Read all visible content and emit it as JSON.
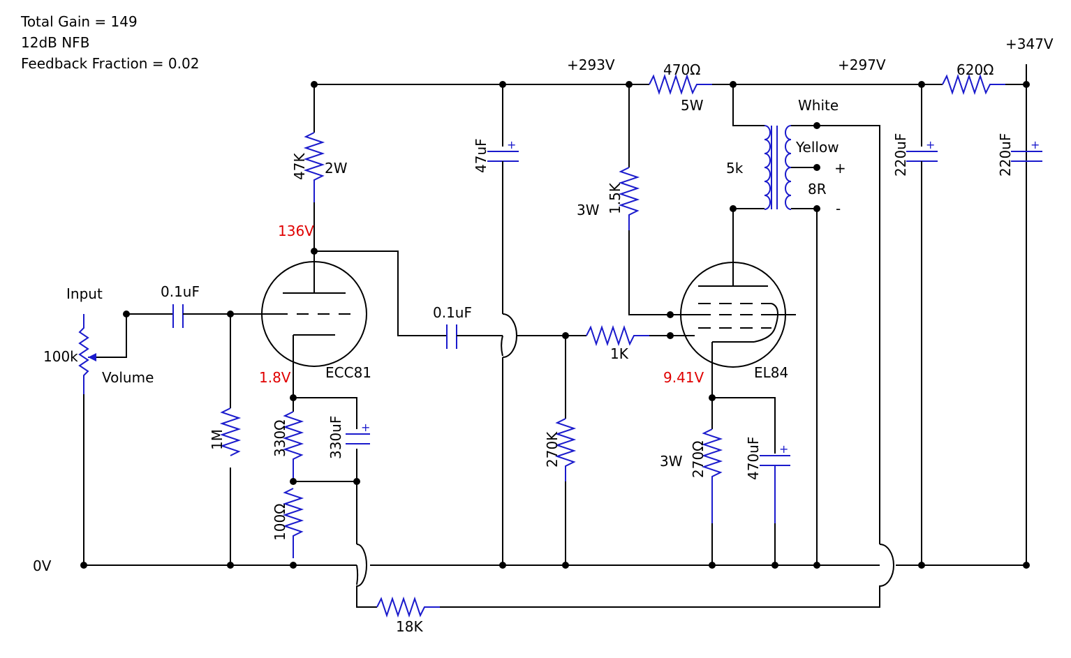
{
  "notes": {
    "total_gain": "Total Gain = 149",
    "nfb": "12dB NFB",
    "feedback_fraction": "Feedback Fraction = 0.02"
  },
  "rails": {
    "v_b1": "+293V",
    "v_b2": "+297V",
    "v_b3": "+347V",
    "ground": "0V"
  },
  "input": {
    "label": "Input",
    "pot_value": "100k",
    "pot_label": "Volume",
    "coupling_cap": "0.1uF",
    "grid_leak": "1M"
  },
  "v1": {
    "tube": "ECC81",
    "anode_res": "47K",
    "anode_res_power": "2W",
    "anode_voltage": "136V",
    "cathode_voltage": "1.8V",
    "cathode_res": "330Ω",
    "cathode_cap": "330uF",
    "feedback_res": "100Ω"
  },
  "interstage": {
    "coupling_cap": "0.1uF",
    "grid_stopper": "1K",
    "grid_leak": "270K",
    "decoupling_cap": "47uF"
  },
  "v2": {
    "tube": "EL84",
    "screen_res": "1.5K",
    "screen_res_power": "3W",
    "cathode_voltage": "9.41V",
    "cathode_res": "270Ω",
    "cathode_res_power": "3W",
    "cathode_cap": "470uF"
  },
  "supply": {
    "drop_res_1": "470Ω",
    "drop_res_1_power": "5W",
    "drop_res_2": "620Ω",
    "filter_cap_1": "220uF",
    "filter_cap_2": "220uF"
  },
  "transformer": {
    "primary": "5k",
    "sec_white": "White",
    "sec_yellow": "Yellow",
    "load": "8R",
    "plus": "+",
    "minus": "-"
  },
  "feedback": {
    "res": "18K"
  }
}
